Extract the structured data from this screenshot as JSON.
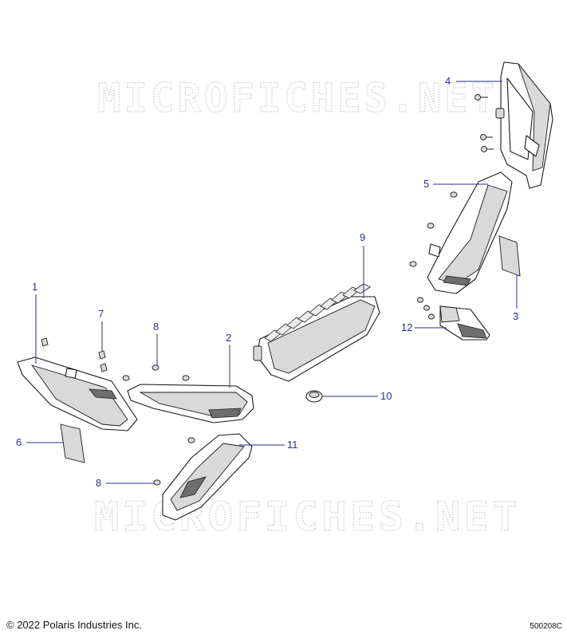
{
  "watermark": "MICROFICHES.NET",
  "footer": {
    "copyright": "© 2022 Polaris Industries Inc.",
    "diagram_code": "500208C"
  },
  "callouts": {
    "c1": "1",
    "c2": "2",
    "c3": "3",
    "c4": "4",
    "c5": "5",
    "c6": "6",
    "c7": "7",
    "c8a": "8",
    "c8b": "8",
    "c9": "9",
    "c10": "10",
    "c11": "11",
    "c12": "12"
  },
  "colors": {
    "callout": "#2b2f8f",
    "line": "#1a1a1a",
    "watermark": "#d0d0d0"
  }
}
